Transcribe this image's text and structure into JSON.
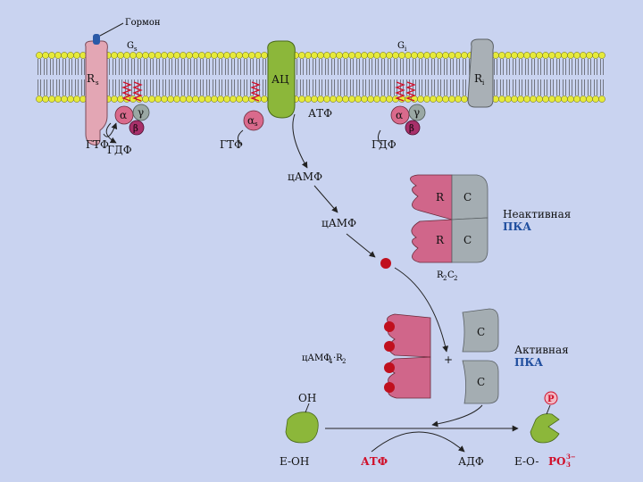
{
  "membrane": {
    "hormone_label": "Гормон",
    "gs_label": "G",
    "gs_sub": "s",
    "gi_label": "G",
    "gi_sub": "i",
    "rs_label": "R",
    "rs_sub": "s",
    "ri_label": "R",
    "ri_sub": "i",
    "ac_label": "АЦ",
    "alpha": "α",
    "gamma": "γ",
    "beta": "β",
    "alpha_s": "α",
    "alpha_s_sub": "s",
    "gtp_1": "ГТФ",
    "gdp_1": "ГДФ",
    "gtp_2": "ГТФ",
    "gdp_2": "ГДФ",
    "atp": "АТФ"
  },
  "signal": {
    "camp_1": "цАМФ",
    "camp_2": "цАМФ"
  },
  "pka": {
    "r_label": "R",
    "c_label": "C",
    "inactive_line1": "Неактивная",
    "inactive_line2": "ПКА",
    "r2c2_r": "R",
    "r2c2_sub1": "2",
    "r2c2_c": "C",
    "r2c2_sub2": "2",
    "complex_label": "цАМФ",
    "complex_sub": "4",
    "complex_r": "·R",
    "complex_sub2": "2",
    "plus": "+",
    "active_line1": "Активная",
    "active_line2": "ПКА"
  },
  "reaction": {
    "oh": "OH",
    "e_oh": "E-OH",
    "atp": "АТФ",
    "adp": "АДФ",
    "p": "P",
    "product_prefix": "E-O-",
    "product_po": "PO",
    "product_sup": "3−",
    "product_sub": "3"
  },
  "colors": {
    "background": "#c9d3f0",
    "lipid_head": "#e6ea3a",
    "receptor_pink": "#e3a6b4",
    "receptor_gray": "#a9b0b6",
    "ac_green": "#8cb73a",
    "subunit_pink": "#d96a8c",
    "beta_purple": "#a8306a",
    "gamma_gray": "#9aa8a4",
    "camp_red": "#c0101e",
    "pka_pink": "#d0668a",
    "pka_gray": "#a4adb2",
    "blue_text": "#1f4e9e"
  }
}
